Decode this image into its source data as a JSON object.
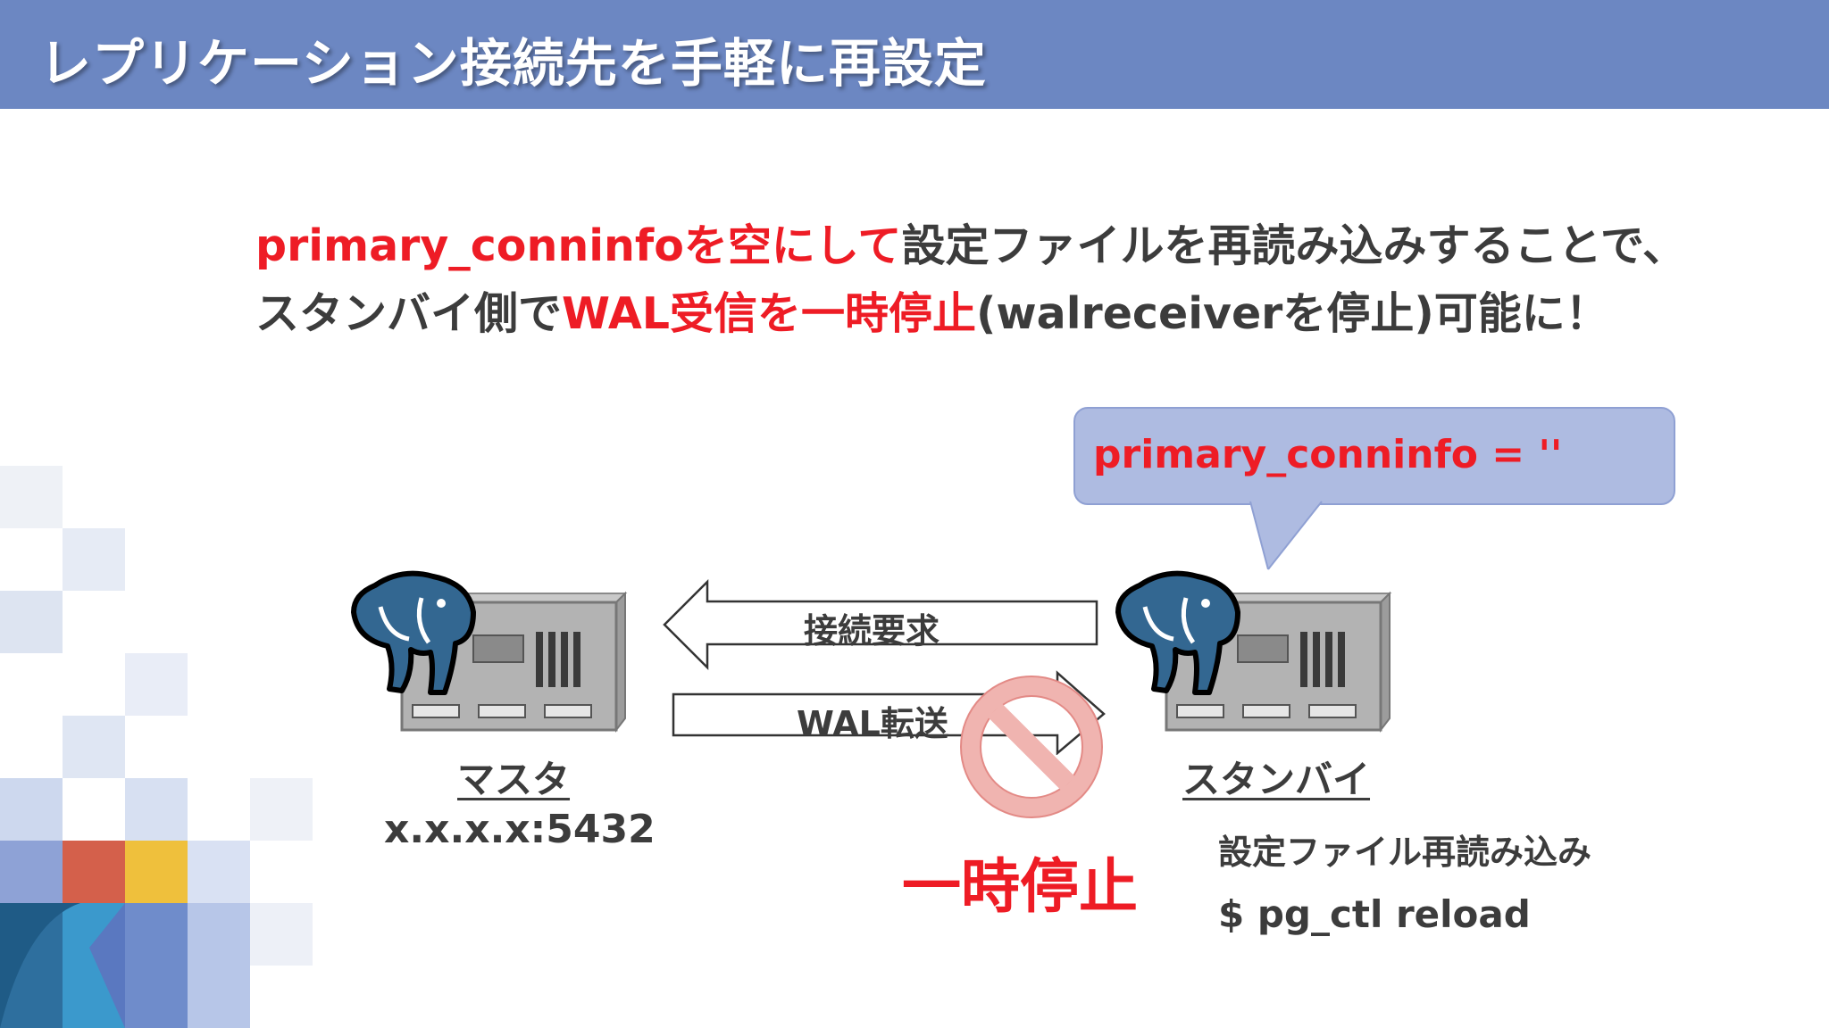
{
  "header": {
    "title": "レプリケーション接続先を手軽に再設定"
  },
  "lead": {
    "line1_red": "primary_conninfoを空にして",
    "line1_rest": "設定ファイルを再読み込みすることで、",
    "line2_a": "スタンバイ側で",
    "line2_red": "WAL受信を一時停止",
    "line2_rest": "(walreceiverを停止)可能に！"
  },
  "bubble": {
    "text": "primary_conninfo = ''"
  },
  "arrows": {
    "connect_request": "接続要求",
    "wal_transfer": "WAL転送"
  },
  "master": {
    "label": "マスタ",
    "address": "x.x.x.x:5432"
  },
  "standby": {
    "label": "スタンバイ"
  },
  "pause_label": "一時停止",
  "reload": {
    "label": "設定ファイル再読み込み",
    "command": "$ pg_ctl reload"
  },
  "colors": {
    "header": "#6c87c2",
    "accent_red": "#ee1c25",
    "text": "#3c3c3c",
    "bubble": "#aebbe1",
    "noentry": "#f0b4b0"
  },
  "icons": [
    "postgresql-elephant-icon",
    "server-icon",
    "no-entry-icon"
  ]
}
